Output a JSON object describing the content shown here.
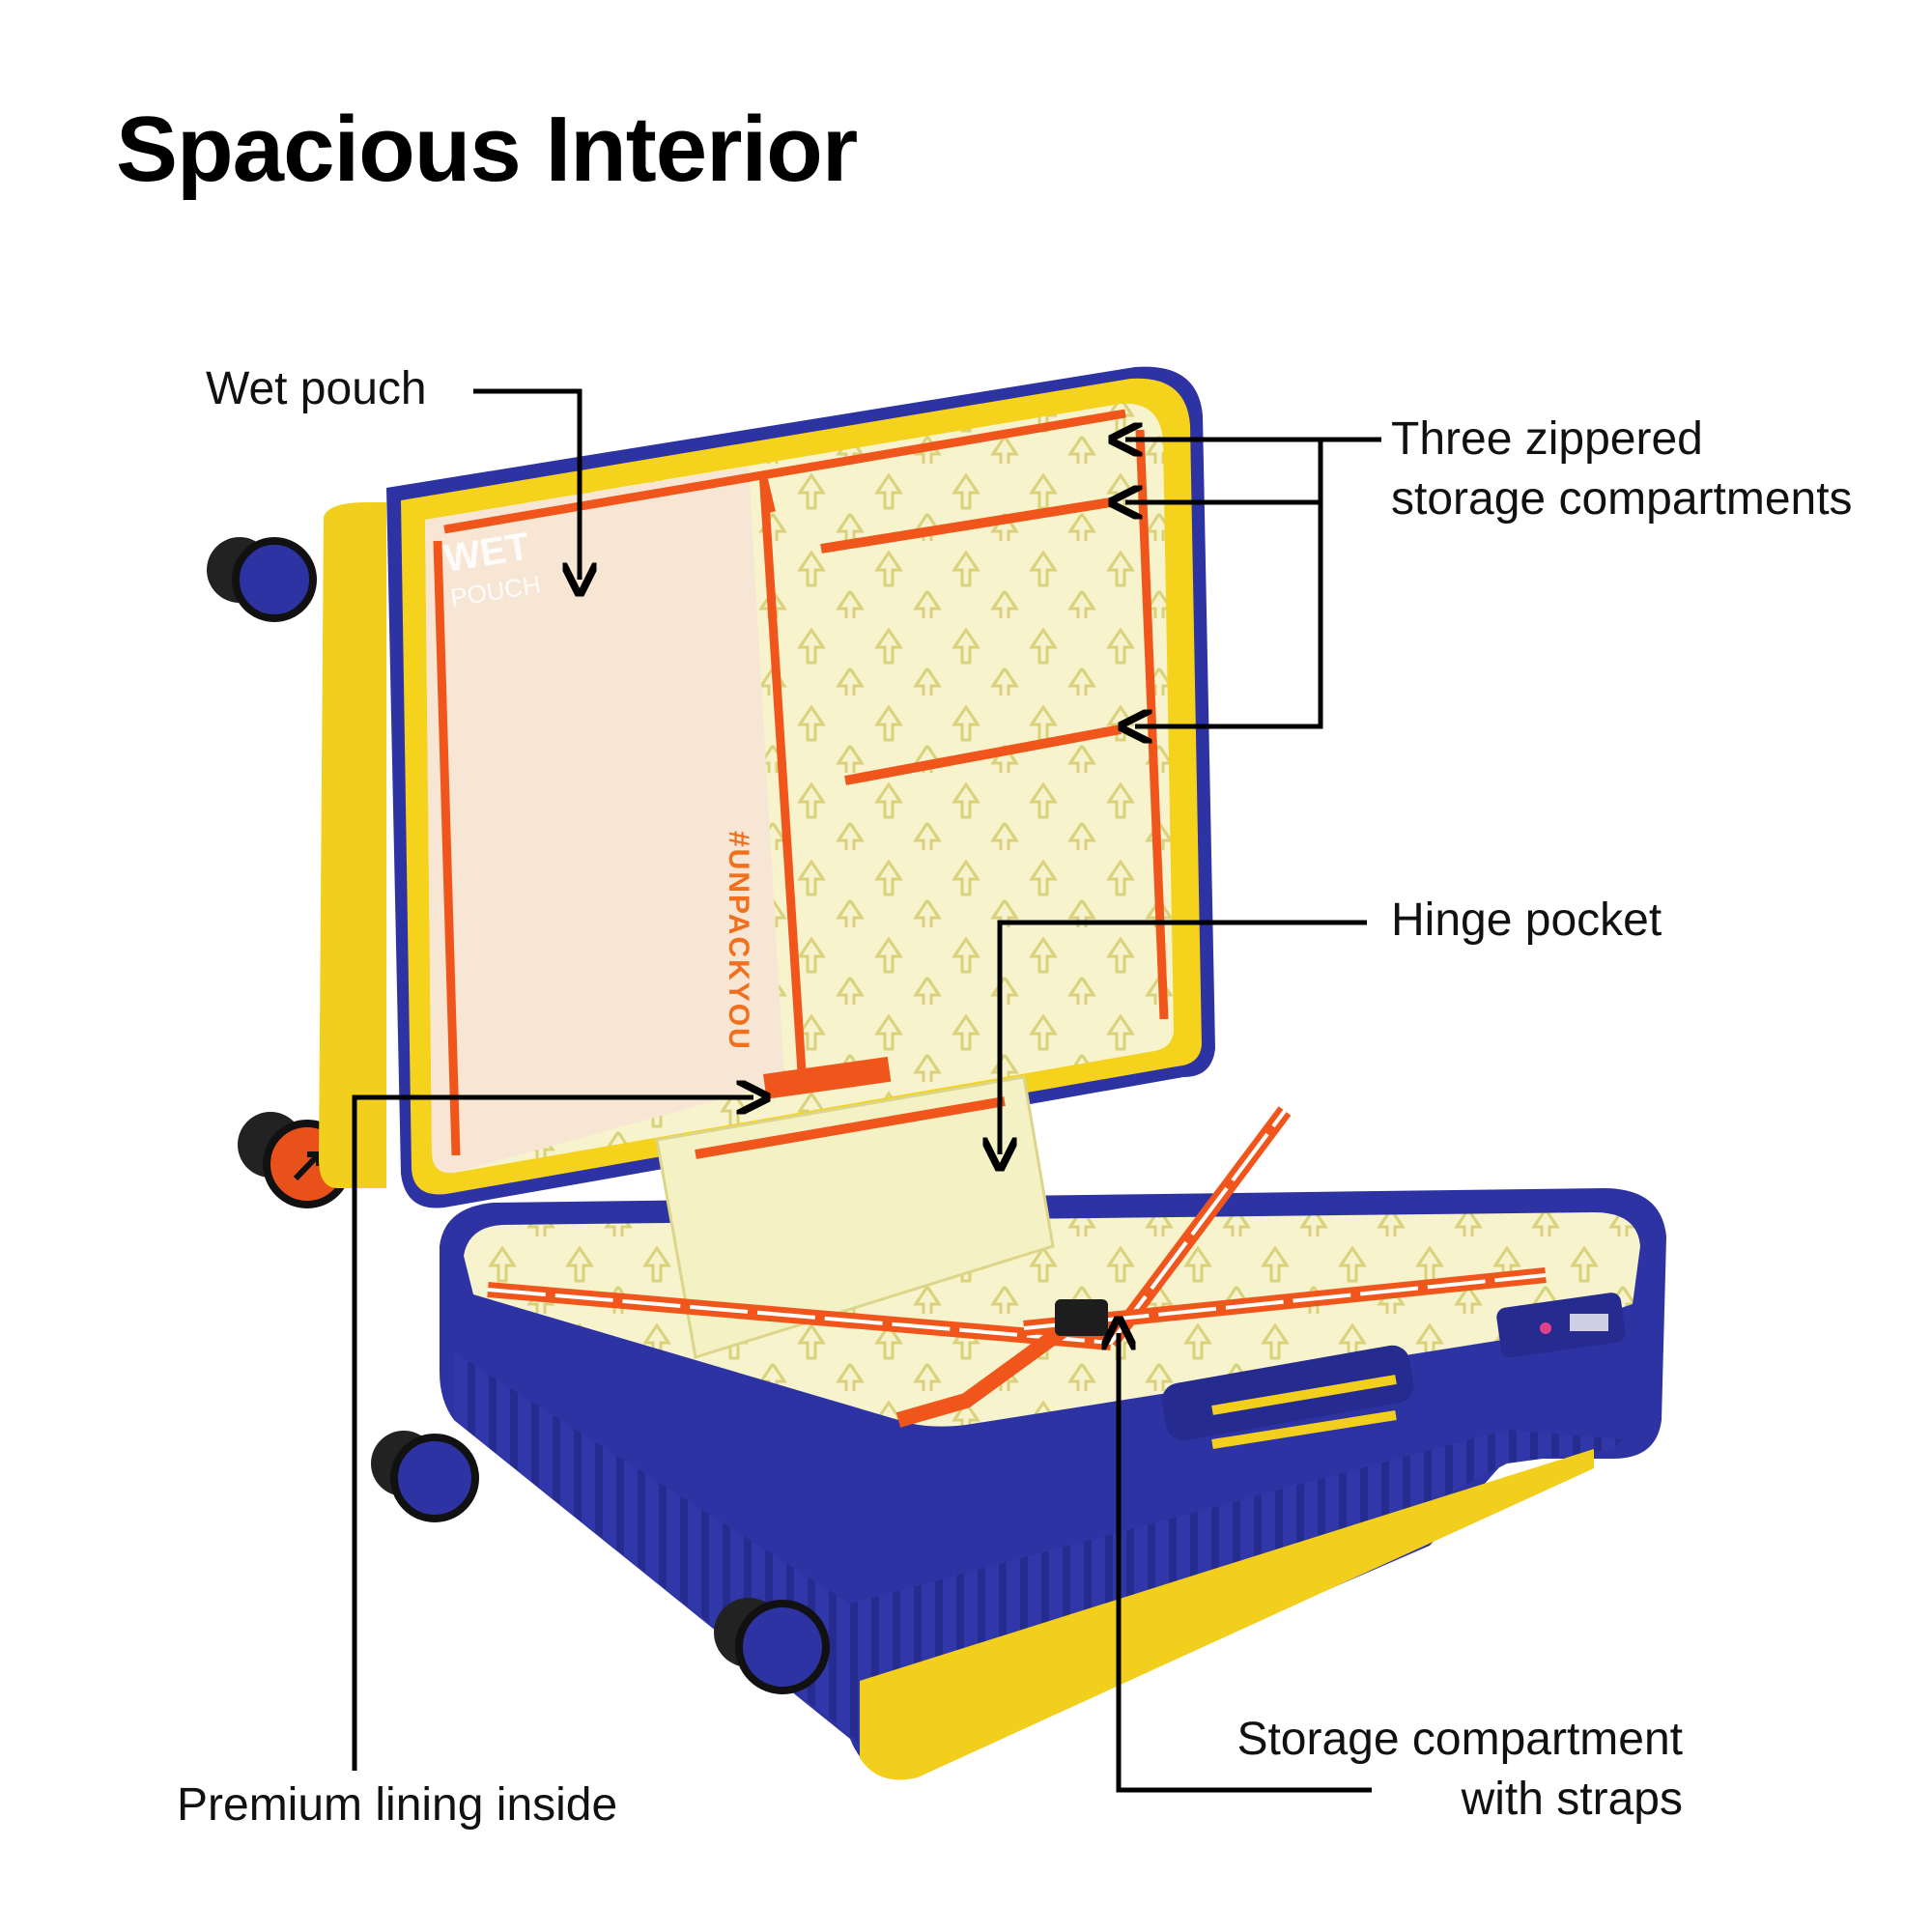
{
  "title": "Spacious Interior",
  "callouts": {
    "wet_pouch": "Wet pouch",
    "three_zippered": [
      "Three zippered",
      "storage compartments"
    ],
    "hinge_pocket": "Hinge pocket",
    "premium_lining": "Premium lining inside",
    "storage_straps": [
      "Storage compartment",
      "with straps"
    ]
  },
  "case_print": {
    "wet": "WET",
    "pouch": "POUCH",
    "hashtag": "#UNPACKYOU"
  },
  "colors": {
    "shell_yellow": "#f2cf1d",
    "shell_blue": "#2e33a3",
    "zipper_orange": "#f0561c",
    "lining_cream": "#f6f1c7",
    "pouch_peach": "#f8e6d4",
    "leader_line": "#000000"
  }
}
